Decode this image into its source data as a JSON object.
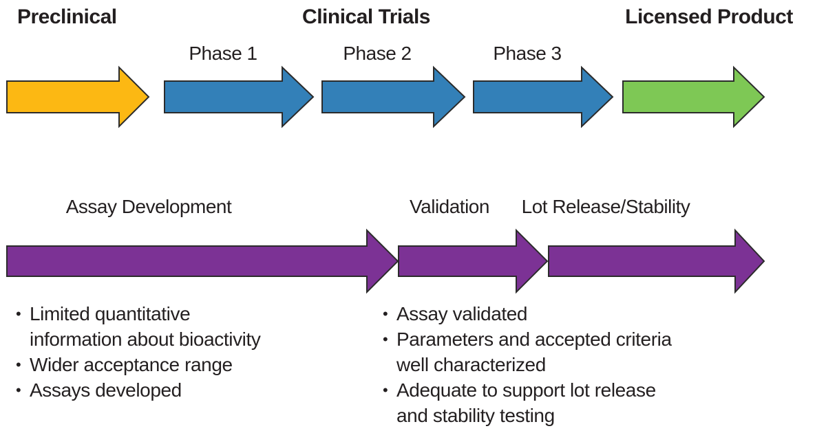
{
  "colors": {
    "preclinical_arrow": "#fcb813",
    "clinical_arrow": "#3380b8",
    "licensed_arrow": "#7ec855",
    "assay_arrow": "#7c3295",
    "arrow_outline": "#2b2b2b",
    "text": "#231f20",
    "background": "#ffffff"
  },
  "top_row": {
    "stages": [
      {
        "label": "Preclinical"
      },
      {
        "label": "Clinical Trials"
      },
      {
        "label": "Licensed Product"
      }
    ],
    "phases": [
      {
        "label": "Phase 1"
      },
      {
        "label": "Phase 2"
      },
      {
        "label": "Phase 3"
      }
    ]
  },
  "bottom_row": {
    "segments": [
      {
        "label": "Assay Development"
      },
      {
        "label": "Validation"
      },
      {
        "label": "Lot Release/Stability"
      }
    ]
  },
  "notes": {
    "bullet_glyph": "•",
    "left": {
      "items": [
        {
          "text": "Limited quantitative\ninformation about bioactivity"
        },
        {
          "text": "Wider acceptance range"
        },
        {
          "text": "Assays developed"
        }
      ]
    },
    "right": {
      "items": [
        {
          "text": "Assay validated"
        },
        {
          "text": "Parameters and accepted criteria\nwell characterized"
        },
        {
          "text": "Adequate to support lot release\nand stability testing"
        }
      ]
    }
  }
}
